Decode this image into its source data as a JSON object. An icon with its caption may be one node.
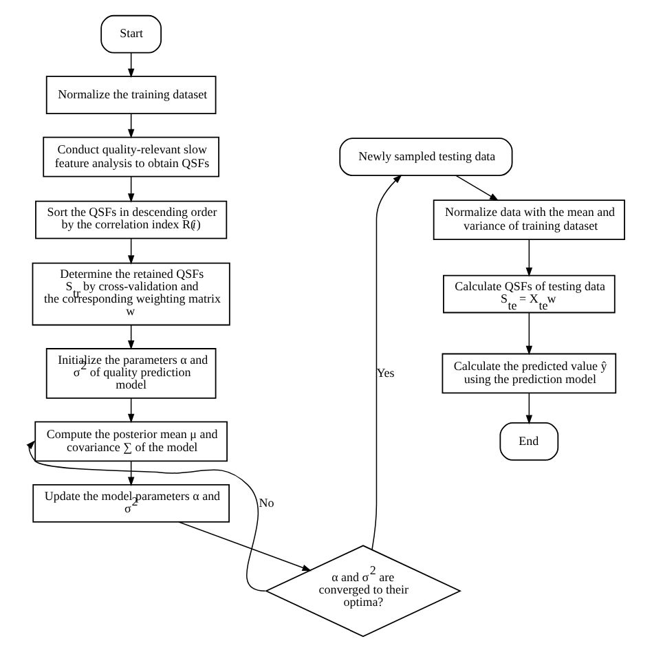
{
  "diagram": {
    "nodes": [
      {
        "text": [
          "Start"
        ]
      },
      {
        "text": [
          "Normalize the training dataset"
        ]
      },
      {
        "text": [
          "Conduct quality-relevant slow feature analysis to obtain QSFs"
        ]
      },
      {
        "text": [
          "Sort the QSFs in descending order by the correlation index R(*i*)"
        ]
      },
      {
        "text": [
          "Determine the retained QSFs S$_{tr}$ by cross-validation and the corresponding weighting matrix w"
        ]
      },
      {
        "text": [
          "Initialize the parameters α and σ$^{2}$ of quality prediction model"
        ]
      },
      {
        "text": [
          "Compute the posterior mean μ and covariance ∑ of the model"
        ]
      },
      {
        "text": [
          "Update the model parameters α and σ$^{2}$"
        ]
      },
      {
        "text": [
          "α and σ$^{2}$ are converged to their optima?"
        ]
      },
      {
        "text": [
          "Newly sampled testing data"
        ]
      },
      {
        "text": [
          "Normalize data with the mean and variance of training dataset"
        ]
      },
      {
        "text": [
          "Calculate QSFs of testing data S$_{te}$ = X$_{te}$w"
        ]
      },
      {
        "text": [
          "Calculate the predicted value ŷ using the prediction model"
        ]
      },
      {
        "text": [
          "End"
        ]
      }
    ],
    "edges": [
      {
        "from": 0,
        "to": 1,
        "arrow": "to"
      },
      {
        "from": 1,
        "to": 2,
        "arrow": "to"
      },
      {
        "from": 2,
        "to": 3,
        "arrow": "to"
      },
      {
        "from": 3,
        "to": 4,
        "arrow": "to"
      },
      {
        "from": 4,
        "to": 5,
        "arrow": "to"
      },
      {
        "from": 5,
        "to": 6,
        "arrow": "to"
      },
      {
        "from": 6,
        "to": 7,
        "arrow": "to"
      },
      {
        "from": 7,
        "to": 8,
        "arrow": "to"
      },
      {
        "from": 8,
        "to": 6,
        "arrow": "to",
        "label": "No"
      },
      {
        "from": 8,
        "to": 9,
        "arrow": "to",
        "label": "Yes"
      },
      {
        "from": 9,
        "to": 10,
        "arrow": "to"
      },
      {
        "from": 10,
        "to": 11,
        "arrow": "to"
      },
      {
        "from": 11,
        "to": 12,
        "arrow": "to"
      },
      {
        "from": 12,
        "to": 13,
        "arrow": "to"
      }
    ]
  }
}
